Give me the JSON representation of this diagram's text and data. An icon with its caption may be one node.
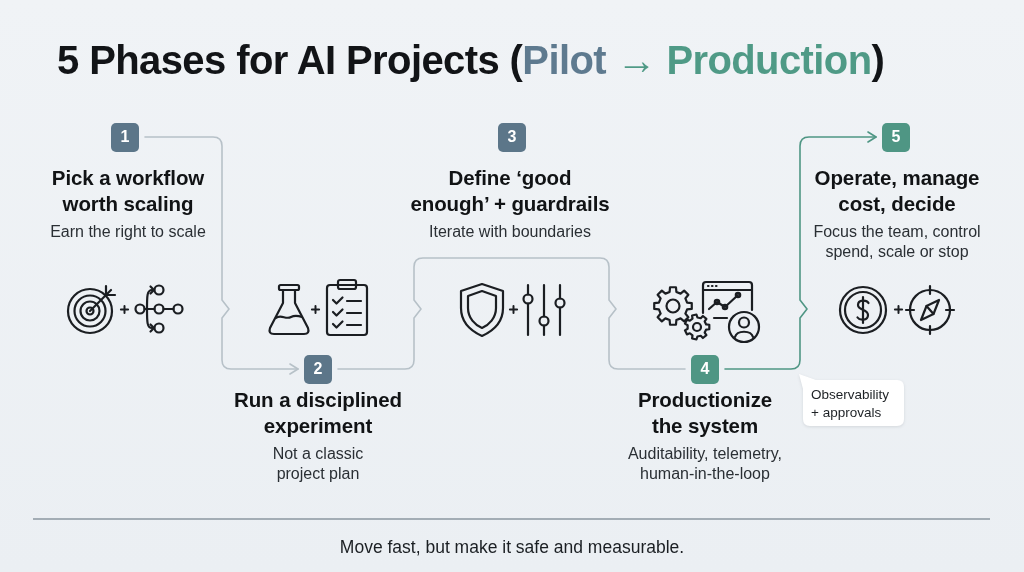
{
  "diagram": {
    "title": "5 Phases for AI Projects (Pilot → Production)",
    "caption": "Move fast, but make it safe and measurable.",
    "nodes": [
      {
        "text": [
          "1"
        ],
        "beside": [
          "Pick a workflow worth scaling",
          "Earn the right to scale"
        ]
      },
      {
        "text": [
          "2"
        ],
        "beside": [
          "Run a disciplined experiment",
          "Not a classic project plan"
        ]
      },
      {
        "text": [
          "3"
        ],
        "beside": [
          "Define ‘good enough’ + guardrails",
          "Iterate with boundaries"
        ]
      },
      {
        "text": [
          "4"
        ],
        "beside": [
          "Productionize the system",
          "Auditability, telemetry, human-in-the-loop"
        ]
      },
      {
        "text": [
          "5"
        ],
        "beside": [
          "Operate, manage cost, decide",
          "Focus the team, control spend, scale or stop"
        ]
      },
      {
        "text": [
          "Observability + approvals"
        ]
      }
    ],
    "edges": [
      {
        "from": 0,
        "to": 1,
        "arrow": "to"
      },
      {
        "from": 1,
        "to": 3,
        "arrow": "none"
      },
      {
        "from": 3,
        "to": 4,
        "arrow": "to",
        "color": "#4f9684"
      }
    ]
  }
}
